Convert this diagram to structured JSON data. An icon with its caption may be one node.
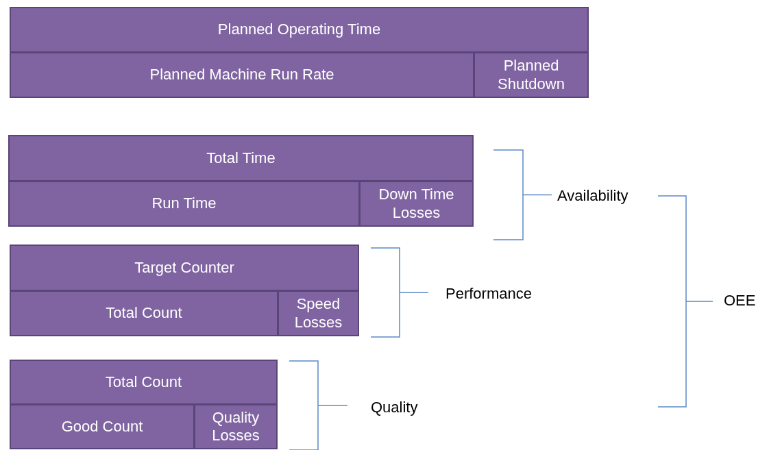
{
  "diagram": {
    "nodes": [
      {
        "text": [
          "Planned Operating Time"
        ]
      },
      {
        "text": [
          "Planned Machine Run Rate"
        ]
      },
      {
        "text": [
          "Planned Shutdown"
        ]
      },
      {
        "text": [
          "Total Time"
        ]
      },
      {
        "text": [
          "Run Time"
        ]
      },
      {
        "text": [
          "Down Time Losses"
        ]
      },
      {
        "text": [
          "Target Counter"
        ]
      },
      {
        "text": [
          "Total Count"
        ]
      },
      {
        "text": [
          "Speed Losses"
        ]
      },
      {
        "text": [
          "Total Count"
        ]
      },
      {
        "text": [
          "Good Count"
        ]
      },
      {
        "text": [
          "Quality Losses"
        ]
      }
    ],
    "labels": [
      "Availability",
      "Performance",
      "OEE",
      "Quality"
    ]
  }
}
